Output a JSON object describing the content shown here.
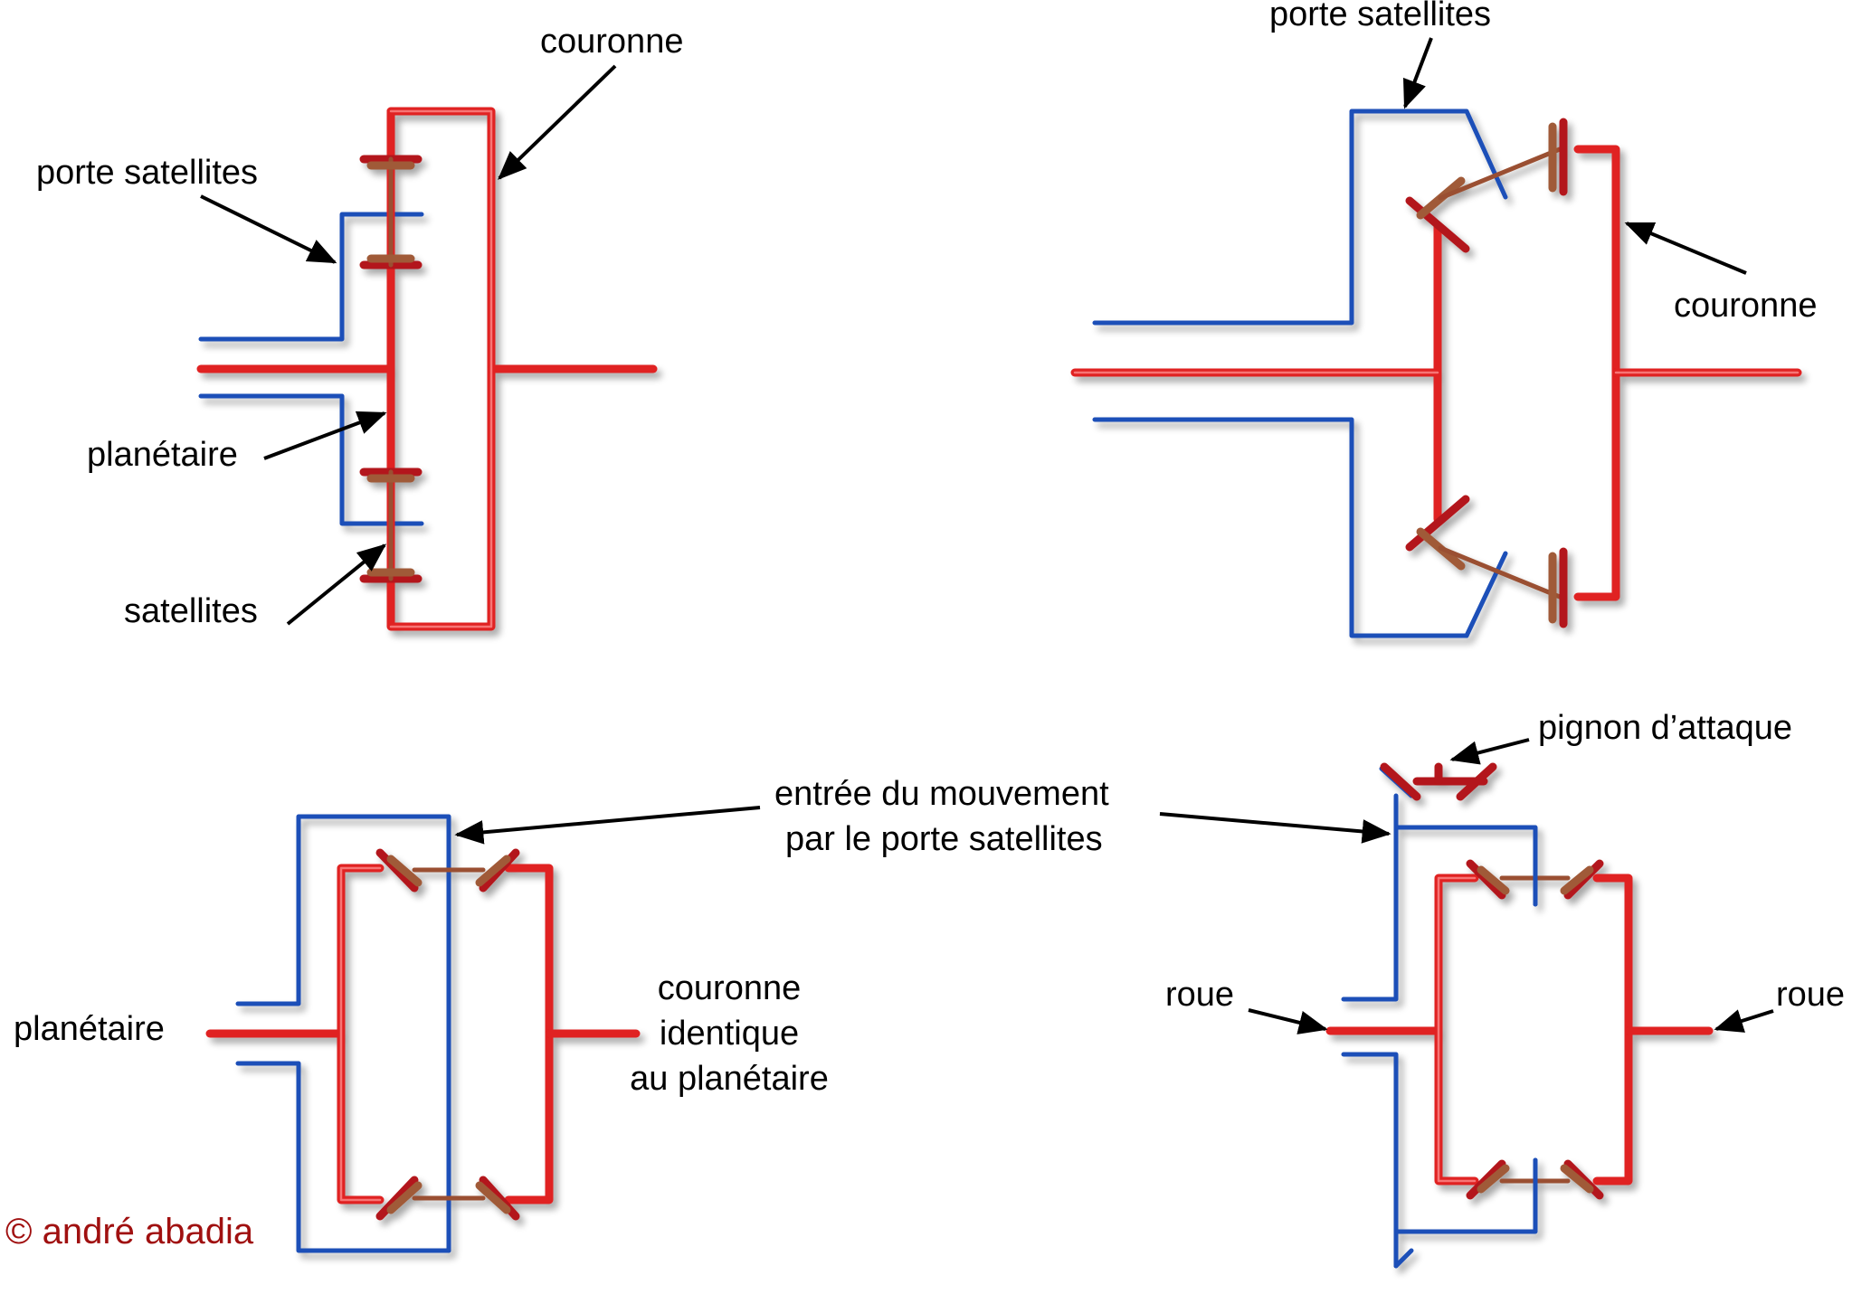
{
  "labels": {
    "d1_couronne": "couronne",
    "d1_porte_satellites": "porte satellites",
    "d1_planetaire": "planétaire",
    "d1_satellites": "satellites",
    "d2_porte_satellites": "porte satellites",
    "d2_couronne": "couronne",
    "d3_entree_line1": "entrée du mouvement",
    "d3_entree_line2": "par le porte satellites",
    "d3_planetaire": "planétaire",
    "d3_couronne_line1": "couronne",
    "d3_couronne_line2": "identique",
    "d3_couronne_line3": "au planétaire",
    "d4_pignon": "pignon d’attaque",
    "d4_roue_left": "roue",
    "d4_roue_right": "roue"
  },
  "copyright": "© andré abadia",
  "colors": {
    "planetary_red": "#e02020",
    "carrier_blue": "#1f4fb8",
    "satellite_brown": "#9a5030",
    "copyright_red": "#a01010"
  }
}
